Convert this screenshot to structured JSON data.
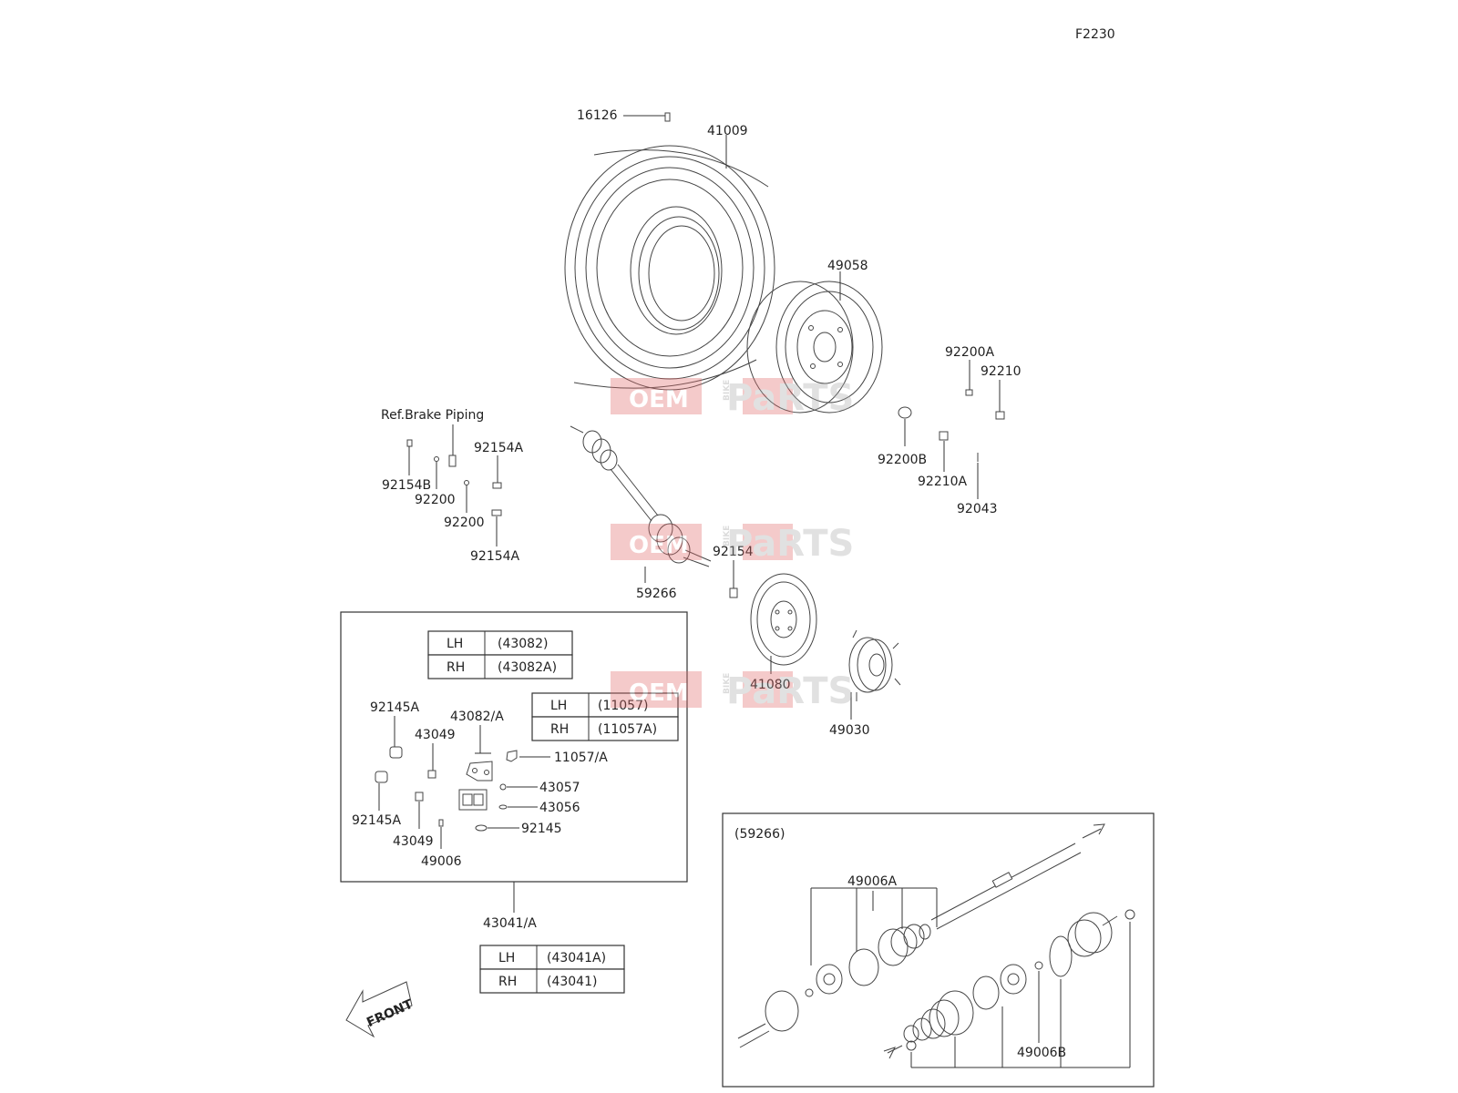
{
  "page_code": "F2230",
  "reference_note": "Ref.Brake Piping",
  "front_label": "FRONT",
  "watermark": {
    "word1": "OEM",
    "word2": "BIKE",
    "word3": "PaRTS"
  },
  "part_labels": {
    "p16126": "16126",
    "p41009": "41009",
    "p49058": "49058",
    "p92200A": "92200A",
    "p92210": "92210",
    "p92200B": "92200B",
    "p92210A": "92210A",
    "p92043": "92043",
    "p92154B": "92154B",
    "p92200_1": "92200",
    "p92200_2": "92200",
    "p92154A_1": "92154A",
    "p92154A_2": "92154A",
    "p59266": "59266",
    "p92154": "92154",
    "p41080": "41080",
    "p49030": "49030",
    "p92145A_1": "92145A",
    "p92145A_2": "92145A",
    "p43049_1": "43049",
    "p43049_2": "43049",
    "p43082A": "43082/A",
    "p11057A": "11057/A",
    "p43057": "43057",
    "p43056": "43056",
    "p92145": "92145",
    "p49006": "49006",
    "p43041A": "43041/A",
    "p59266_box": "(59266)",
    "p49006A": "49006A",
    "p49006B": "49006B"
  },
  "tables": {
    "caliper_holder": [
      {
        "side": "LH",
        "code": "(43082)"
      },
      {
        "side": "RH",
        "code": "(43082A)"
      }
    ],
    "bracket": [
      {
        "side": "LH",
        "code": "(11057)"
      },
      {
        "side": "RH",
        "code": "(11057A)"
      }
    ],
    "caliper": [
      {
        "side": "LH",
        "code": "(43041A)"
      },
      {
        "side": "RH",
        "code": "(43041)"
      }
    ]
  }
}
